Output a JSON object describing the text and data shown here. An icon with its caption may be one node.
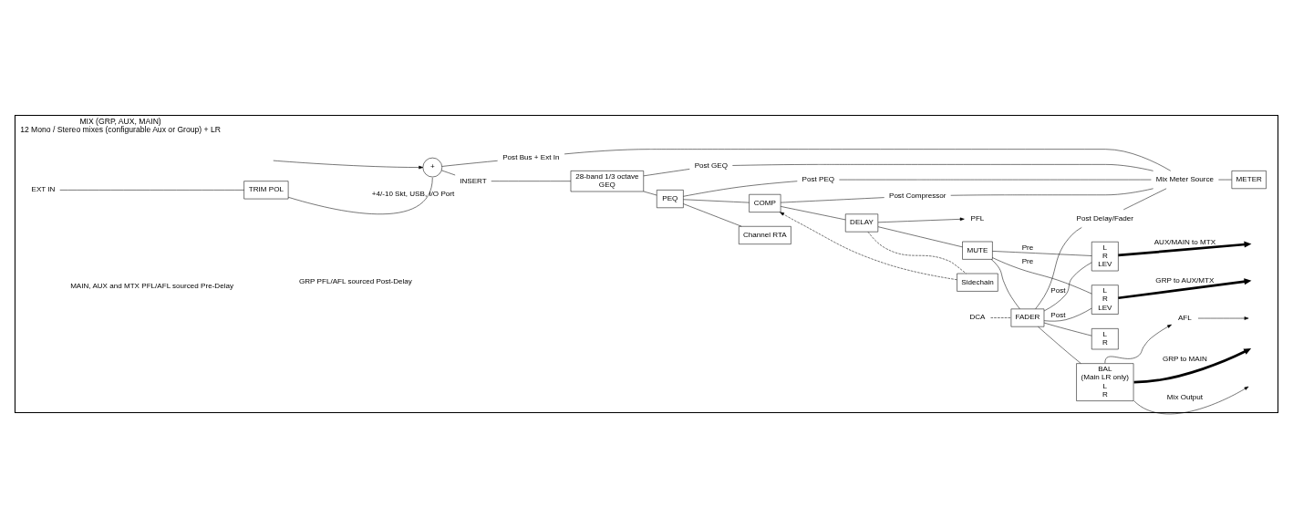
{
  "diagram": {
    "nodes": [
      {
        "text": [
          "MIX (GRP, AUX, MAIN)",
          "12 Mono / Stereo mixes (configurable Aux or Group) + LR"
        ]
      },
      {
        "text": [
          "+"
        ],
        "in": 0
      },
      {
        "text": [
          "INSERT"
        ],
        "beside": [
          "+4/-10 Skt, USB, I/O Port"
        ],
        "in": 0
      },
      {
        "text": [
          "28-band 1/3 octave",
          "GEQ"
        ],
        "in": 0
      },
      {
        "text": [
          "Channel RTA"
        ],
        "in": 0
      },
      {
        "text": [
          "PEQ"
        ],
        "in": 0
      },
      {
        "text": [
          "Sidechain"
        ],
        "in": 0
      },
      {
        "text": [
          "COMP"
        ],
        "in": 0
      },
      {
        "text": [
          "DELAY"
        ],
        "in": 0
      },
      {
        "text": [
          "MUTE"
        ],
        "in": 0
      },
      {
        "text": [
          "FADER"
        ],
        "in": 0
      },
      {
        "text": [
          "METER"
        ],
        "in": 0
      },
      {
        "text": [
          "BAL",
          "(Main LR only)",
          "L",
          "R"
        ],
        "in": 0
      },
      {
        "text": [
          "L",
          "R"
        ],
        "in": 0
      },
      {
        "text": [
          "L",
          "R",
          "LEV"
        ],
        "in": 0
      },
      {
        "text": [
          "L",
          "R",
          "LEV"
        ],
        "in": 0
      },
      {
        "text": [
          "TRIM POL"
        ],
        "in": 0
      },
      {
        "text": [
          "EXT IN"
        ],
        "in": 0
      },
      {
        "text": [
          "PFL"
        ],
        "in": 0
      },
      {
        "text": [
          "AFL"
        ],
        "in": 0
      },
      {
        "text": [
          "Post Bus + Ext In"
        ],
        "in": 0
      },
      {
        "text": [
          "Post GEQ"
        ],
        "in": 0
      },
      {
        "text": [
          "Post PEQ"
        ],
        "in": 0
      },
      {
        "text": [
          "Post Compressor"
        ],
        "in": 0
      },
      {
        "text": [
          "Post Delay/Fader"
        ],
        "in": 0
      },
      {
        "text": [
          "Mix Meter Source"
        ],
        "in": 0
      },
      {
        "text": [
          "DCA"
        ],
        "in": 0
      }
    ],
    "edges": [
      {
        "from": null,
        "to": 1,
        "arrow": "to"
      },
      {
        "from": 17,
        "to": 16,
        "arrow": "none"
      },
      {
        "from": 16,
        "to": 1,
        "arrow": "none"
      },
      {
        "from": 1,
        "to": 2,
        "arrow": "none"
      },
      {
        "from": 2,
        "to": 3,
        "arrow": "none"
      },
      {
        "from": 3,
        "to": 5,
        "arrow": "none"
      },
      {
        "from": 5,
        "to": 7,
        "arrow": "none"
      },
      {
        "from": 5,
        "to": 4,
        "arrow": "none"
      },
      {
        "from": 7,
        "to": 8,
        "arrow": "none"
      },
      {
        "from": 8,
        "to": 6,
        "arrow": "none",
        "style": "dashed"
      },
      {
        "from": 6,
        "to": 7,
        "arrow": "to",
        "style": "dashed"
      },
      {
        "from": 8,
        "to": 9,
        "arrow": "none"
      },
      {
        "from": 8,
        "to": 18,
        "arrow": "to"
      },
      {
        "from": 9,
        "to": 10,
        "arrow": "none"
      },
      {
        "from": 26,
        "to": 10,
        "arrow": "none",
        "style": "dashed"
      },
      {
        "from": 10,
        "to": 12,
        "arrow": "none"
      },
      {
        "from": 10,
        "to": 13,
        "arrow": "none"
      },
      {
        "from": 12,
        "to": 19,
        "arrow": "to"
      },
      {
        "from": 19,
        "to": null,
        "arrow": "to"
      },
      {
        "from": 12,
        "to": null,
        "arrow": "to",
        "label": "Mix Output"
      },
      {
        "from": 12,
        "to": null,
        "arrow": "to",
        "label": "GRP to MAIN",
        "style": "thick"
      },
      {
        "from": 10,
        "to": 14,
        "arrow": "none",
        "label": "Post"
      },
      {
        "from": 9,
        "to": 14,
        "arrow": "none",
        "label": "Pre"
      },
      {
        "from": 10,
        "to": 15,
        "arrow": "none",
        "label": "Post"
      },
      {
        "from": 9,
        "to": 15,
        "arrow": "none",
        "label": "Pre"
      },
      {
        "from": 14,
        "to": null,
        "arrow": "to",
        "label": "GRP to AUX/MTX",
        "style": "thick"
      },
      {
        "from": 15,
        "to": null,
        "arrow": "to",
        "label": "AUX/MAIN to MTX",
        "style": "thick"
      },
      {
        "from": 1,
        "to": 20,
        "arrow": "none"
      },
      {
        "from": 3,
        "to": 21,
        "arrow": "none"
      },
      {
        "from": 5,
        "to": 22,
        "arrow": "none"
      },
      {
        "from": 7,
        "to": 23,
        "arrow": "none"
      },
      {
        "from": 10,
        "to": 24,
        "arrow": "none"
      },
      {
        "from": 20,
        "to": 25,
        "arrow": "none"
      },
      {
        "from": 21,
        "to": 25,
        "arrow": "none"
      },
      {
        "from": 22,
        "to": 25,
        "arrow": "none"
      },
      {
        "from": 23,
        "to": 25,
        "arrow": "none"
      },
      {
        "from": 24,
        "to": 25,
        "arrow": "none"
      },
      {
        "from": 25,
        "to": 11,
        "arrow": "none"
      }
    ],
    "labels": [
      "MAIN, AUX and MTX PFL/AFL sourced Pre-Delay",
      "GRP PFL/AFL sourced Post-Delay"
    ]
  }
}
